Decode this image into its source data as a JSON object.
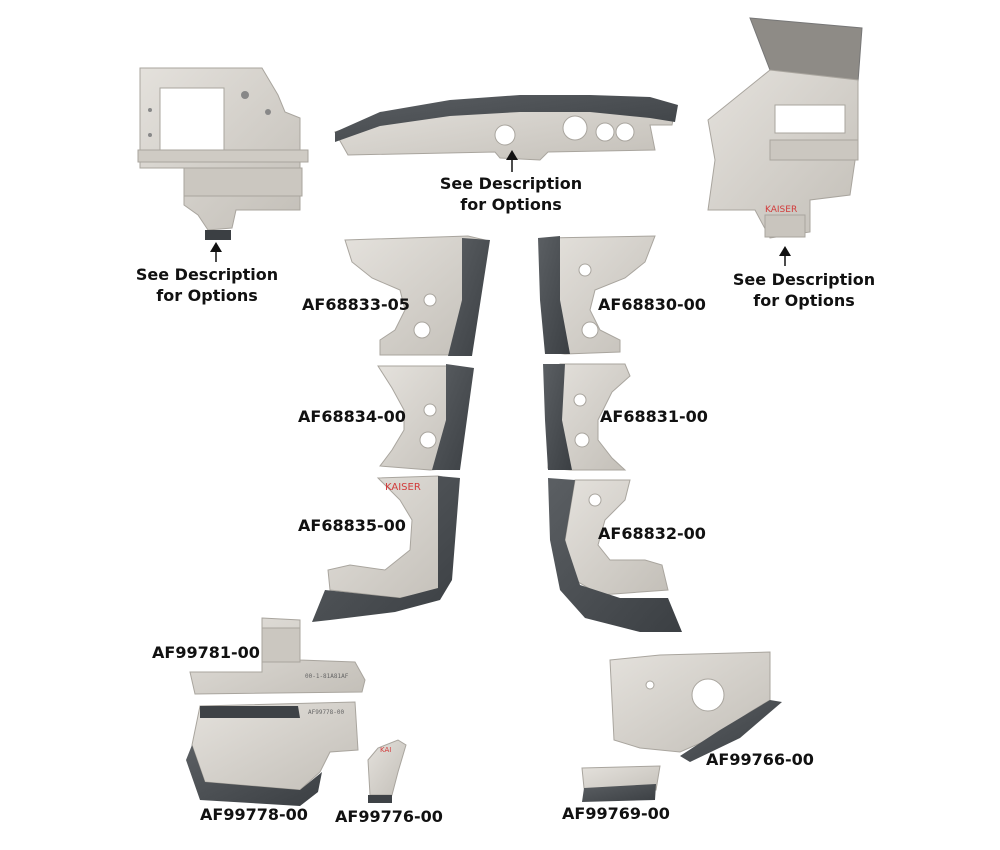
{
  "labels": {
    "desc_left_line1": "See Description",
    "desc_left_line2": "for Options",
    "desc_center_line1": "See Description",
    "desc_center_line2": "for Options",
    "desc_right_line1": "See Description",
    "desc_right_line2": "for Options",
    "p1": "AF68833-05",
    "p2": "AF68830-00",
    "p3": "AF68834-00",
    "p4": "AF68831-00",
    "p5": "AF68835-00",
    "p6": "AF68832-00",
    "p7": "AF99781-00",
    "p8": "AF99778-00",
    "p9": "AF99776-00",
    "p10": "AF99769-00",
    "p11": "AF99766-00"
  },
  "colors": {
    "metal": "#d6d3ce",
    "metal_dark": "#b9b5ae",
    "rubber": "#4a4e52",
    "rubber_light": "#6a6e72",
    "stamp": "#d23b3b"
  }
}
